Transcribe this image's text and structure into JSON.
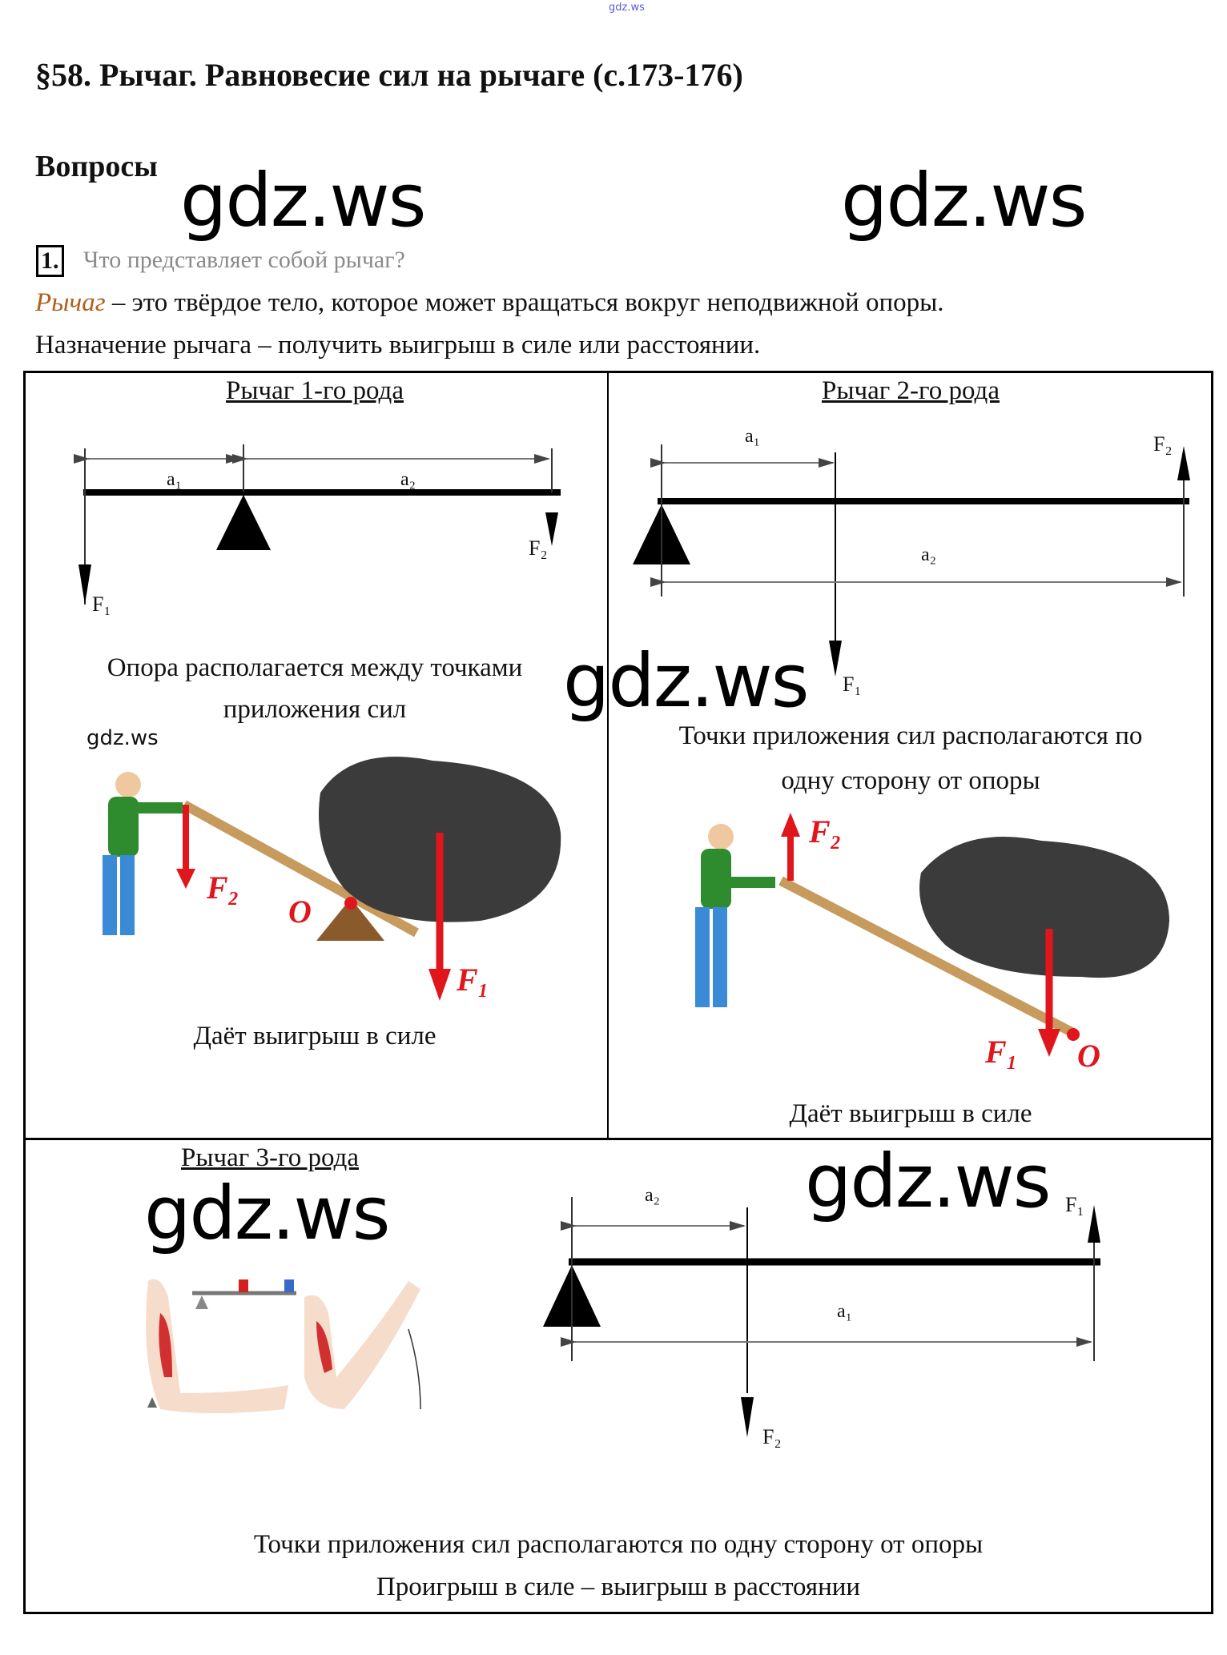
{
  "top_watermark": "gdz.ws",
  "title": "§58. Рычаг. Равновесие сил на рычаге (с.173-176)",
  "section": "Вопросы",
  "watermark": "gdz.ws",
  "question": {
    "number": "1.",
    "text": "Что представляет собой рычаг?"
  },
  "answer": {
    "term": "Рычаг",
    "definition": " – это твёрдое тело, которое может вращаться вокруг неподвижной опоры.",
    "purpose": "Назначение рычага – получить выигрыш в силе или расстоянии."
  },
  "colors": {
    "term": "#b0601a",
    "question": "#8a8a8a",
    "force_red": "#e0161c",
    "beam": "#c79a5e"
  },
  "cells": [
    {
      "title": "Рычаг 1-го рода",
      "labels": {
        "a1": "a₁",
        "a2": "a₂",
        "F1": "F₁",
        "F2": "F₂"
      },
      "desc1": "Опора располагается между точками",
      "desc2": "приложения сил",
      "illus": {
        "F2": "F₂",
        "O": "O",
        "F1": "F₁"
      },
      "result": "Даёт выигрыш в силе"
    },
    {
      "title": "Рычаг 2-го рода",
      "labels": {
        "a1": "a₁",
        "a2": "a₂",
        "F1": "F₁",
        "F2": "F₂"
      },
      "desc1": "Точки приложения сил располагаются по",
      "desc2": "одну сторону от опоры",
      "illus": {
        "F2": "F₂",
        "O": "O",
        "F1": "F₁"
      },
      "result": "Даёт выигрыш в силе"
    },
    {
      "title": "Рычаг 3-го рода",
      "labels": {
        "a1": "a₁",
        "a2": "a₂",
        "F1": "F₁",
        "F2": "F₂"
      },
      "desc1": "Точки приложения сил располагаются по одну сторону от опоры",
      "desc2": "Проигрыш в силе – выигрыш в расстоянии"
    }
  ]
}
